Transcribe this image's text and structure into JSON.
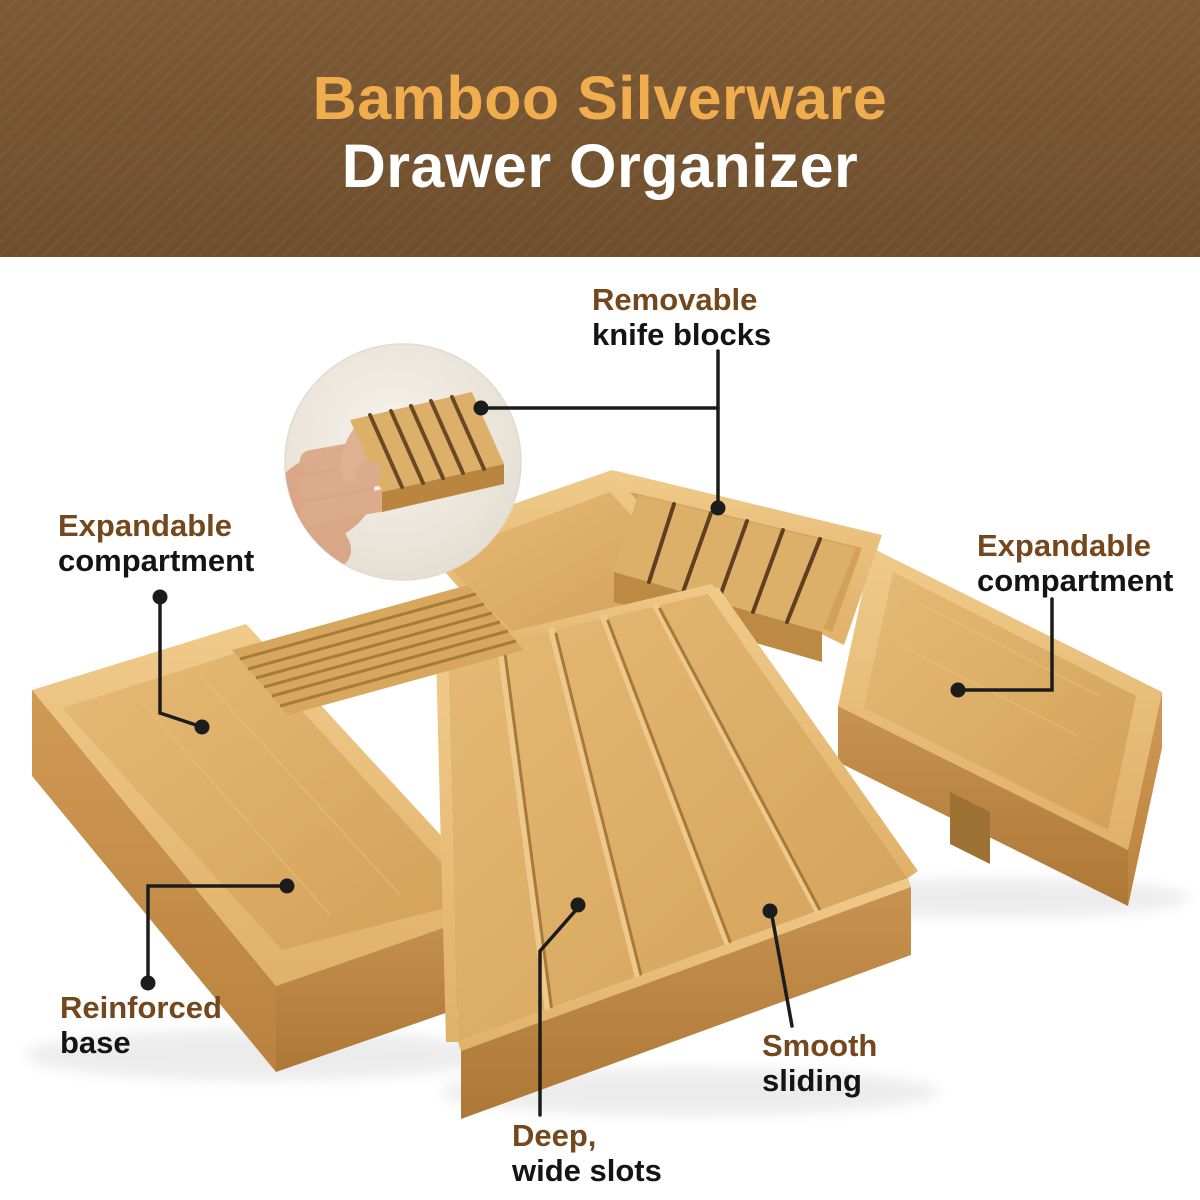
{
  "banner": {
    "line1": "Bamboo Silverware",
    "line2": "Drawer Organizer",
    "bg_color": "#76542f",
    "line1_color": "#f0ad4d",
    "line2_color": "#ffffff"
  },
  "callouts": {
    "removable": {
      "accent": "Removable",
      "rest": "knife blocks"
    },
    "expandable_left": {
      "accent": "Expandable",
      "rest": "compartment"
    },
    "expandable_right": {
      "accent": "Expandable",
      "rest": "compartment"
    },
    "reinforced": {
      "accent": "Reinforced",
      "rest": "base"
    },
    "smooth": {
      "accent": "Smooth",
      "rest": "sliding"
    },
    "deep": {
      "accent": "Deep,",
      "rest": "wide slots"
    }
  },
  "colors": {
    "label_accent": "#74471c",
    "label_text": "#141414",
    "leader_line": "#1c1c1c",
    "wood_light": "#eec685",
    "wood_mid": "#d9aa60",
    "wood_dark": "#b8823e"
  },
  "product": {
    "name": "Bamboo expandable silverware drawer organizer",
    "features": [
      "Removable knife blocks",
      "Expandable compartment",
      "Expandable compartment",
      "Reinforced base",
      "Smooth sliding",
      "Deep, wide slots"
    ]
  }
}
